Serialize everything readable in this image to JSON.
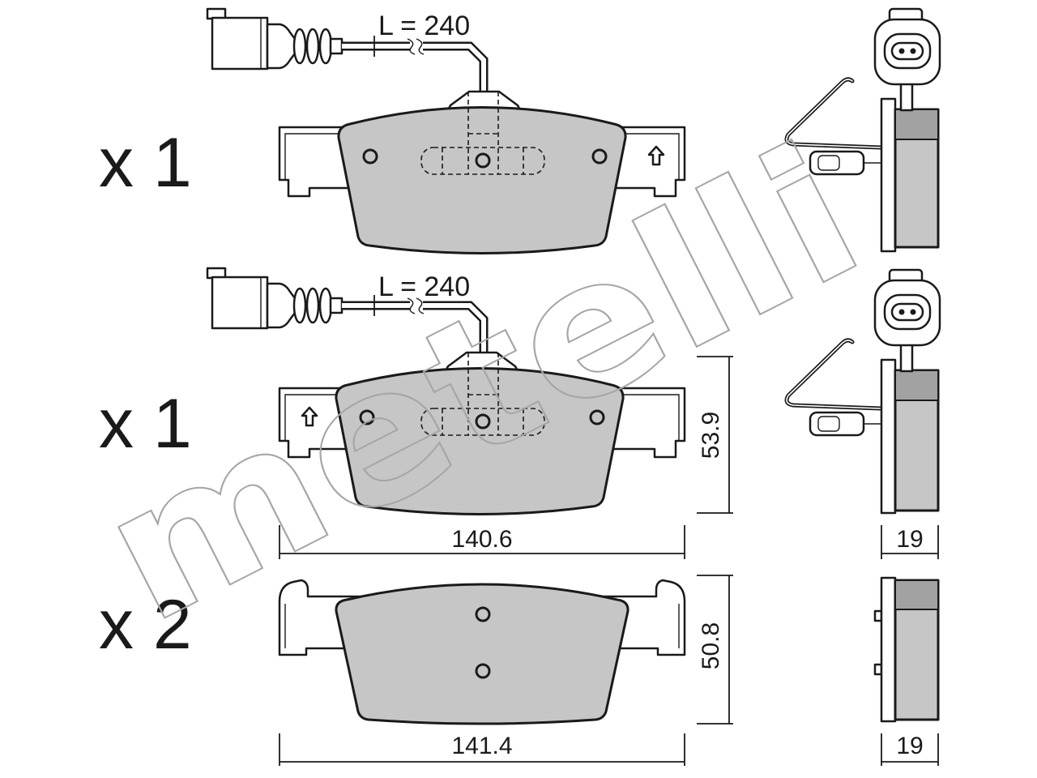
{
  "watermark": "metelli",
  "rows": [
    {
      "quantity": "x 1",
      "sensor_cable": "L = 240"
    },
    {
      "quantity": "x 1",
      "sensor_cable": "L = 240",
      "dimensions": {
        "height": "53.9",
        "width": "140.6",
        "thickness": "19"
      }
    },
    {
      "quantity": "x 2",
      "dimensions": {
        "height": "50.8",
        "width": "141.4",
        "thickness": "19"
      }
    }
  ],
  "colors": {
    "background": "#ffffff",
    "friction": "#c6c6c6",
    "friction_dark": "#a2a2a2",
    "line": "#1a1a1a",
    "watermark": "#a6a6a6"
  }
}
